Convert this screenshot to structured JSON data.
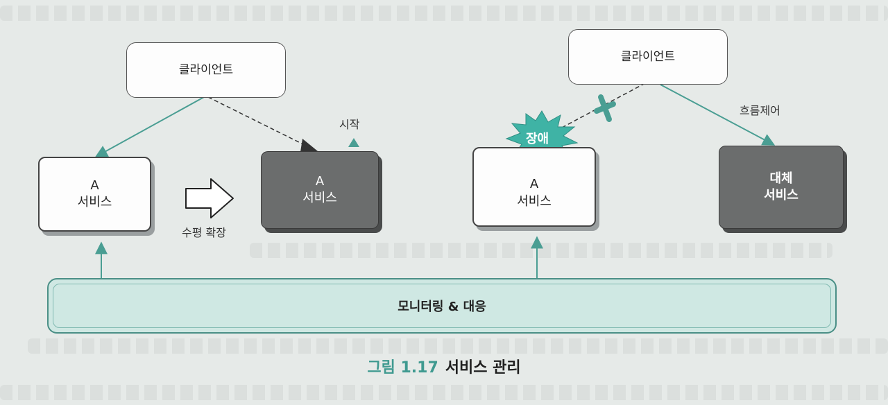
{
  "left": {
    "client": "클라이언트",
    "service_a": {
      "line1": "A",
      "line2": "서비스"
    },
    "service_a_scaled": {
      "line1": "A",
      "line2": "서비스"
    },
    "arrow_label": "수평 확장",
    "start_label": "시작"
  },
  "right": {
    "client": "클라이언트",
    "failure_label": "장애",
    "service_a": {
      "line1": "A",
      "line2": "서비스"
    },
    "replacement": {
      "line1": "대체",
      "line2": "서비스"
    },
    "flow_label": "흐름제어"
  },
  "monitor_label": "모니터링 & 대응",
  "caption": {
    "number": "그림 1.17",
    "title": "서비스 관리"
  },
  "colors": {
    "teal": "#4a9e93",
    "monitor_fill": "#cfe8e3",
    "dark_box": "#6b6d6d",
    "burst": "#3fb3a5"
  }
}
